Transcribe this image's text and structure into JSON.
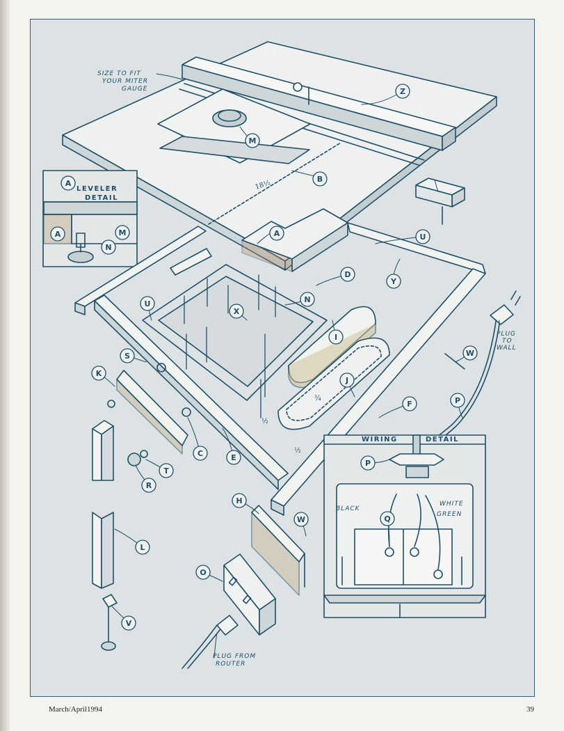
{
  "notes": {
    "size_to_fit": "SIZE TO FIT",
    "your_miter": "YOUR MITER",
    "gauge": "GAUGE",
    "plug_to": "PLUG",
    "to": "TO",
    "wall": "WALL",
    "plug_from": "PLUG FROM",
    "router": "ROUTER",
    "dimension": "18½",
    "black": "BLACK",
    "white": "WHITE",
    "green": "GREEN",
    "dim_half_a": "½",
    "dim_half_b": "½",
    "dim_three_quarter": "¾"
  },
  "leveler_detail": {
    "title_line1": "LEVELER",
    "title_line2": "DETAIL",
    "callouts": [
      "A",
      "A",
      "M",
      "N"
    ]
  },
  "wiring_detail": {
    "title_left": "WIRING",
    "title_right": "DETAIL",
    "callouts": [
      "P",
      "Q"
    ]
  },
  "callouts": {
    "A": "A",
    "B": "B",
    "C": "C",
    "D": "D",
    "E": "E",
    "F": "F",
    "H": "H",
    "I": "I",
    "J": "J",
    "K": "K",
    "L": "L",
    "M": "M",
    "N": "N",
    "O": "O",
    "P": "P",
    "R": "R",
    "S": "S",
    "T": "T",
    "U": "U",
    "V": "V",
    "W": "W",
    "X": "X",
    "Y": "Y",
    "Z": "Z"
  },
  "footer": {
    "issue": "March/April1994",
    "page_number": "39"
  },
  "colors": {
    "ink": "#1f4e66",
    "plate": "#dde2e4",
    "paper": "#f4f3ee"
  }
}
